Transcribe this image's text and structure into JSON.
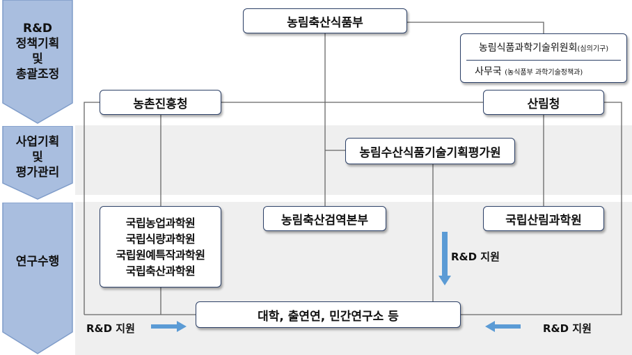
{
  "stages": [
    {
      "lines": [
        "R&D",
        "정책기획",
        "및",
        "총괄조정"
      ]
    },
    {
      "lines": [
        "사업기획",
        "및",
        "평가관리"
      ]
    },
    {
      "lines": [
        "연구수행"
      ]
    }
  ],
  "orgs": {
    "ministry": "농림축산식품부",
    "committee_name": "농림식품과학기술위원회",
    "committee_note": "(심의기구)",
    "secretariat": "사무국",
    "secretariat_note": "(농식품부 과학기술정책과)",
    "rda": "농촌진흥청",
    "forest_service": "산림청",
    "ipet": "농림수산식품기술기획평가원",
    "rda_institutes": [
      "국립농업과학원",
      "국립식량과학원",
      "국립원예특작과학원",
      "국립축산과학원"
    ],
    "quarantine": "농림축산검역본부",
    "forest_institute": "국립산림과학원",
    "universities": "대학, 출연연, 민간연구소 등"
  },
  "support_label": "R&D 지원",
  "colors": {
    "stage_arrow": "#a9bedf",
    "stage_arrow_edge": "#7f9cc9",
    "box_border": "#2b3f66",
    "flow_arrow": "#5b9bd5",
    "line": "#666666",
    "band": "#efefef"
  }
}
